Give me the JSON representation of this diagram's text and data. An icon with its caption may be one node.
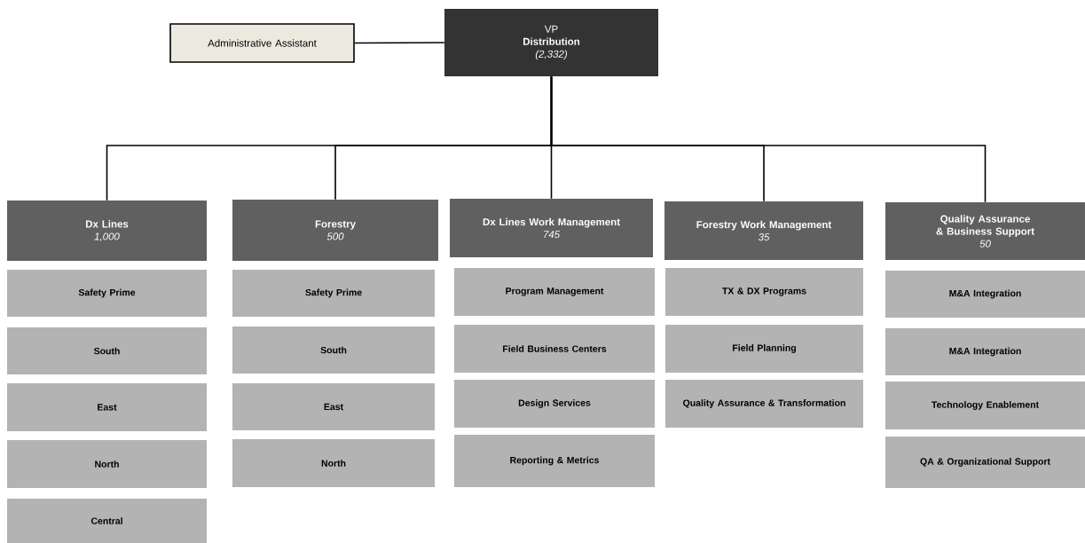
{
  "diagram": {
    "nodes": [
      {
        "text": [
          "Administrative Assistant"
        ]
      },
      {
        "text": [
          "VP",
          "Distribution",
          "(2,332)"
        ]
      },
      {
        "text": [
          "Dx Lines",
          "1,000"
        ]
      },
      {
        "text": [
          "Forestry",
          "500"
        ]
      },
      {
        "text": [
          "Dx Lines Work Management",
          "745"
        ]
      },
      {
        "text": [
          "Forestry Work Management",
          "35"
        ]
      },
      {
        "text": [
          "Quality Assurance & Business Support",
          "50"
        ]
      },
      {
        "text": [
          "Safety Prime"
        ]
      },
      {
        "text": [
          "South"
        ]
      },
      {
        "text": [
          "East"
        ]
      },
      {
        "text": [
          "North"
        ]
      },
      {
        "text": [
          "Central"
        ]
      },
      {
        "text": [
          "Safety Prime"
        ]
      },
      {
        "text": [
          "South"
        ]
      },
      {
        "text": [
          "East"
        ]
      },
      {
        "text": [
          "North"
        ]
      },
      {
        "text": [
          "Program Management"
        ]
      },
      {
        "text": [
          "Field Business Centers"
        ]
      },
      {
        "text": [
          "Design Services"
        ]
      },
      {
        "text": [
          "Reporting & Metrics"
        ]
      },
      {
        "text": [
          "TX & DX Programs"
        ]
      },
      {
        "text": [
          "Field Planning"
        ]
      },
      {
        "text": [
          "Quality Assurance & Transformation"
        ]
      },
      {
        "text": [
          "M&A Integration"
        ]
      },
      {
        "text": [
          "M&A Integration"
        ]
      },
      {
        "text": [
          "Technology Enablement"
        ]
      },
      {
        "text": [
          "QA & Organizational Support"
        ]
      }
    ],
    "edges": [
      {
        "from": 0,
        "to": 1,
        "arrow": "none"
      },
      {
        "from": 1,
        "to": 2,
        "arrow": "none"
      },
      {
        "from": 1,
        "to": 3,
        "arrow": "none"
      },
      {
        "from": 1,
        "to": 4,
        "arrow": "none"
      },
      {
        "from": 1,
        "to": 5,
        "arrow": "none"
      },
      {
        "from": 1,
        "to": 6,
        "arrow": "none"
      }
    ]
  }
}
